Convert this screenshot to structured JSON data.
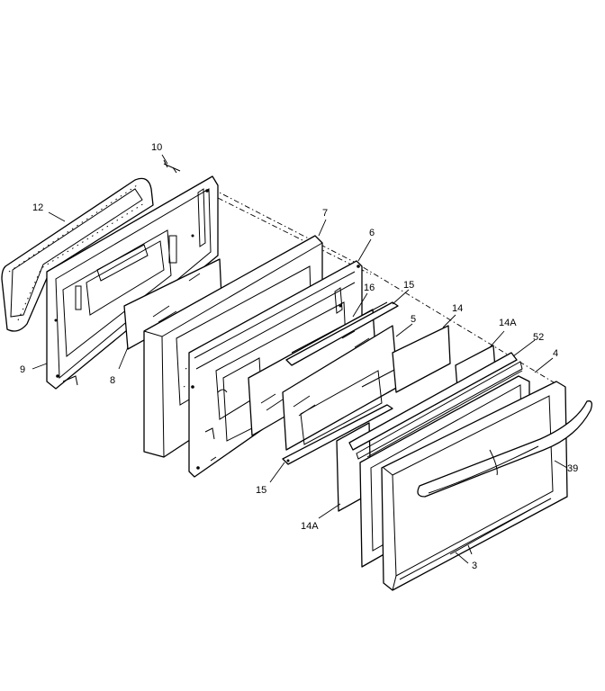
{
  "callouts": [
    {
      "id": "10",
      "text": "10"
    },
    {
      "id": "12",
      "text": "12"
    },
    {
      "id": "7",
      "text": "7"
    },
    {
      "id": "6a",
      "text": "6"
    },
    {
      "id": "15a",
      "text": "15"
    },
    {
      "id": "16",
      "text": "16"
    },
    {
      "id": "5",
      "text": "5"
    },
    {
      "id": "14",
      "text": "14"
    },
    {
      "id": "14Aa",
      "text": "14A"
    },
    {
      "id": "52",
      "text": "52"
    },
    {
      "id": "4",
      "text": "4"
    },
    {
      "id": "9",
      "text": "9"
    },
    {
      "id": "8",
      "text": "8"
    },
    {
      "id": "39",
      "text": "39"
    },
    {
      "id": "15b",
      "text": "15"
    },
    {
      "id": "14Ab",
      "text": "14A"
    },
    {
      "id": "3",
      "text": "3"
    }
  ]
}
